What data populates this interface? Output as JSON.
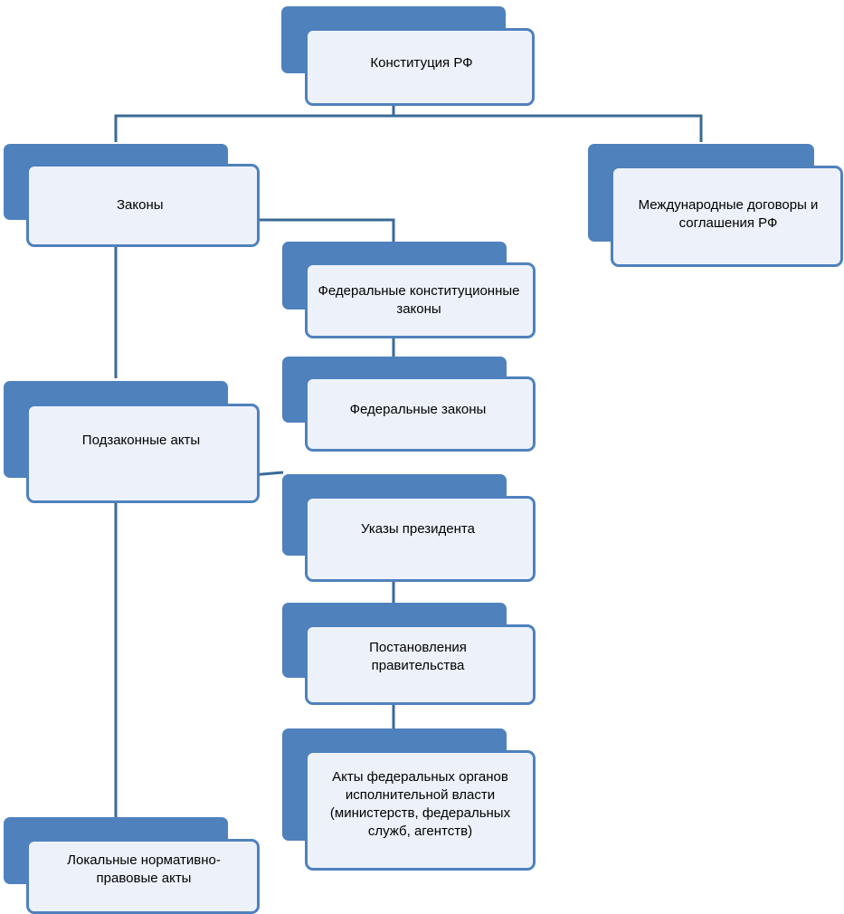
{
  "nodes": {
    "constitution": "Конституция РФ",
    "laws": "Законы",
    "intl": "Международные договоры и соглашения РФ",
    "fkz": "Федеральные конституционные законы",
    "fz": "Федеральные законы",
    "bylaws": "Подзаконные акты",
    "decrees": "Указы президента",
    "resolutions": "Постановления правительства",
    "fed_acts": "Акты федеральных органов исполнительной власти (министерств, федеральных служб, агентств)",
    "local": "Локальные нормативно-правовые акты"
  },
  "colors": {
    "accent": "#4f81bd",
    "box_fill": "#edf2fa",
    "line": "#3a6a96"
  }
}
